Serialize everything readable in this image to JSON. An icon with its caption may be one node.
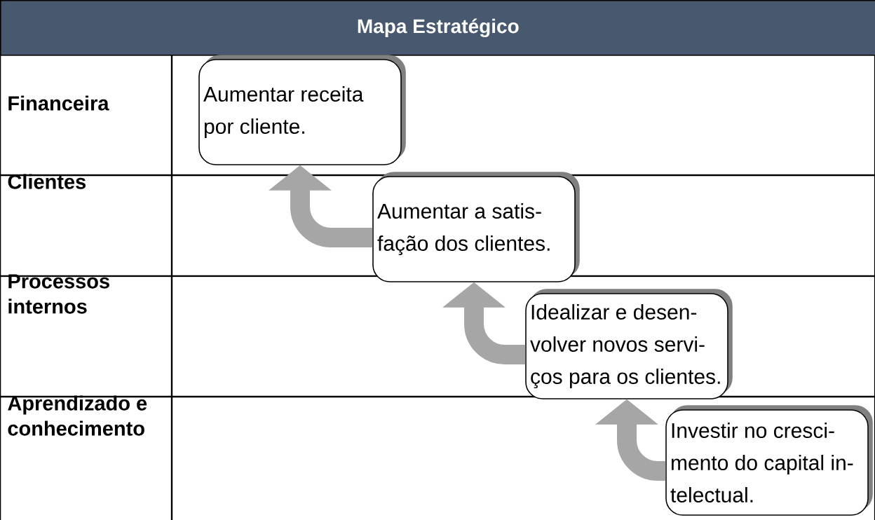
{
  "diagram": {
    "title": "Mapa Estratégico",
    "nodes": [
      {
        "text": [
          "Aumentar receita por cliente."
        ]
      },
      {
        "text": [
          "Aumentar a satis- fação dos clientes."
        ]
      },
      {
        "text": [
          "Idealizar e desen- volver novos servi- ços para os clientes."
        ]
      },
      {
        "text": [
          "Investir no cresci- mento do capital in- telectual."
        ]
      }
    ],
    "edges": [
      {
        "from": 1,
        "to": 0,
        "arrow": "to"
      },
      {
        "from": 2,
        "to": 1,
        "arrow": "to"
      },
      {
        "from": 3,
        "to": 2,
        "arrow": "to"
      }
    ],
    "labels": [
      "Financeira",
      "Clientes",
      "Processos internos",
      "Aprendizado e conhecimento"
    ]
  }
}
